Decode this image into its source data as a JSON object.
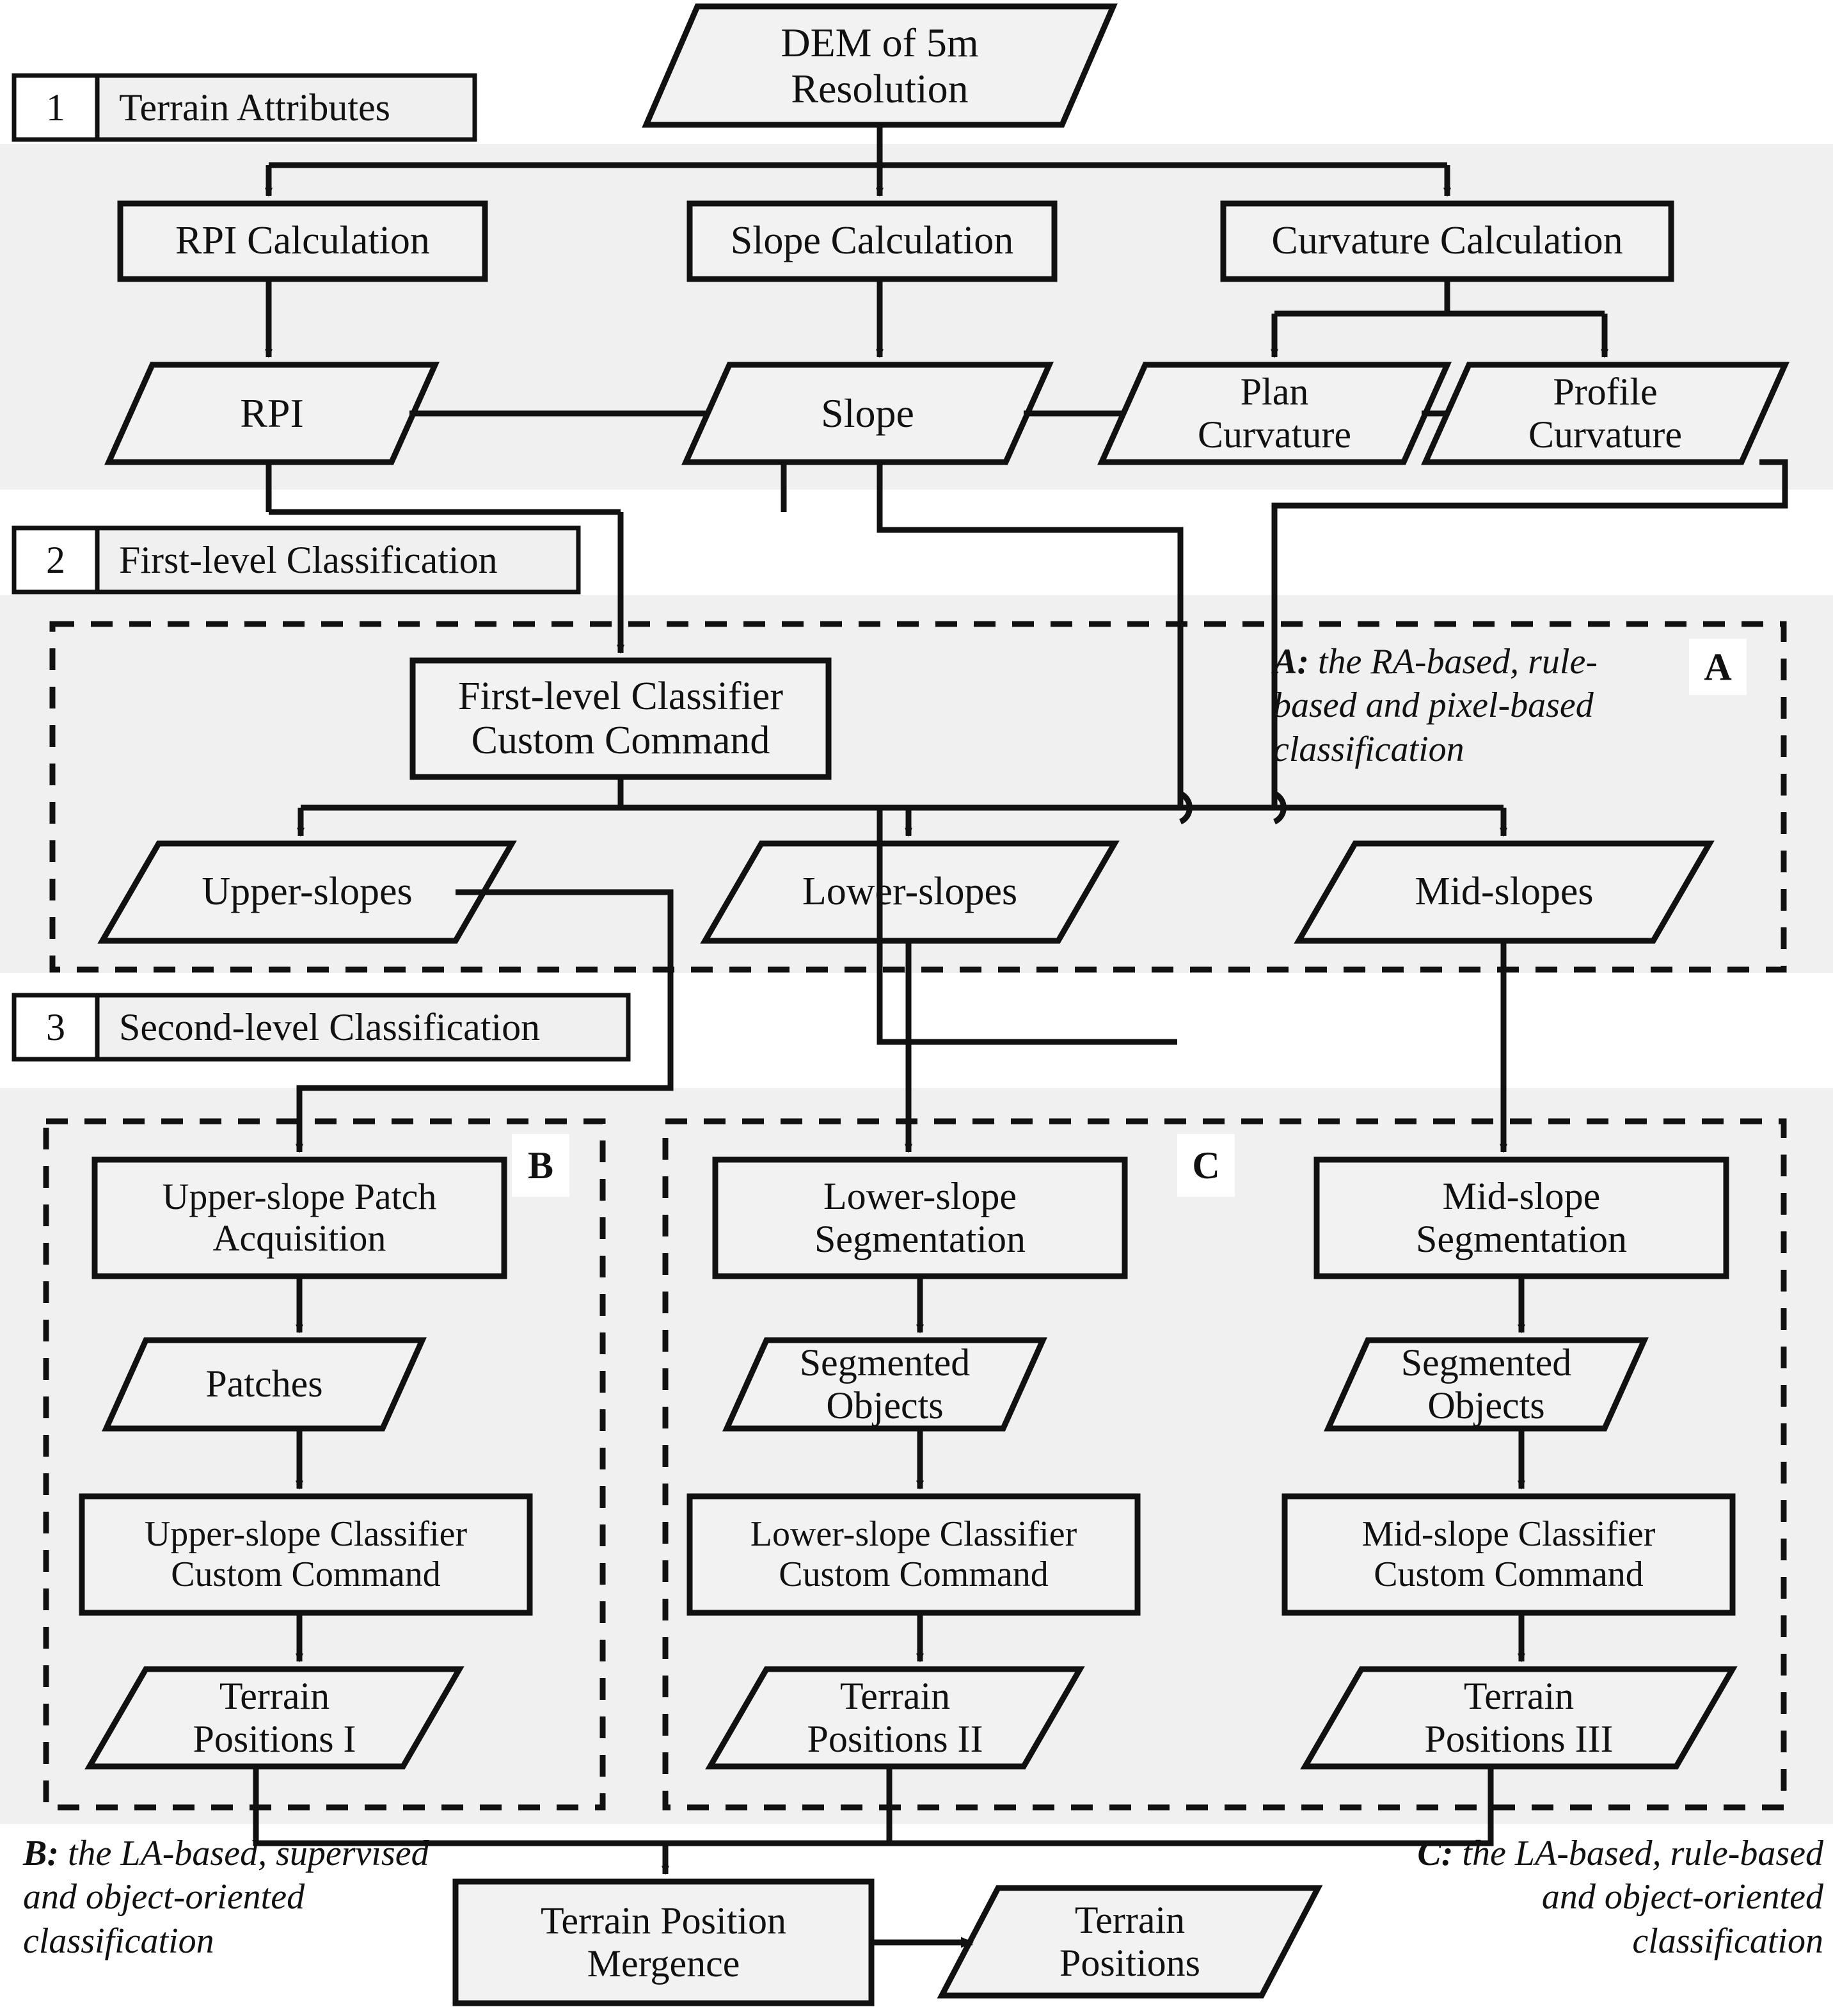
{
  "figure": {
    "type": "flowchart",
    "title": "Terrain position classification workflow",
    "colors": {
      "band_fill": "#f0f0f0",
      "shape_fill": "#f2f2f2",
      "stroke": "#111111",
      "page_bg": "#ffffff"
    }
  },
  "bands": [
    {
      "number": "1",
      "label": "Terrain Attributes"
    },
    {
      "number": "2",
      "label": "First-level Classification"
    },
    {
      "number": "3",
      "label": "Second-level Classification"
    }
  ],
  "nodes": {
    "dem": {
      "label": "DEM of 5m\nResolution",
      "shape": "data"
    },
    "rpi_calc": {
      "label": "RPI Calculation",
      "shape": "process"
    },
    "slope_calc": {
      "label": "Slope Calculation",
      "shape": "process"
    },
    "curv_calc": {
      "label": "Curvature Calculation",
      "shape": "process"
    },
    "rpi": {
      "label": "RPI",
      "shape": "data"
    },
    "slope": {
      "label": "Slope",
      "shape": "data"
    },
    "plan_curv": {
      "label": "Plan\nCurvature",
      "shape": "data"
    },
    "profile_curv": {
      "label": "Profile\nCurvature",
      "shape": "data"
    },
    "first_classifier": {
      "label": "First-level Classifier\nCustom Command",
      "shape": "process"
    },
    "upper_slopes": {
      "label": "Upper-slopes",
      "shape": "data"
    },
    "lower_slopes": {
      "label": "Lower-slopes",
      "shape": "data"
    },
    "mid_slopes": {
      "label": "Mid-slopes",
      "shape": "data"
    },
    "upper_patch": {
      "label": "Upper-slope Patch\nAcquisition",
      "shape": "process"
    },
    "patches": {
      "label": "Patches",
      "shape": "data"
    },
    "upper_classifier": {
      "label": "Upper-slope Classifier\nCustom Command",
      "shape": "process"
    },
    "terrain_pos_1": {
      "label": "Terrain\nPositions I",
      "shape": "data"
    },
    "lower_seg": {
      "label": "Lower-slope\nSegmentation",
      "shape": "process"
    },
    "seg_obj_lower": {
      "label": "Segmented\nObjects",
      "shape": "data"
    },
    "lower_classifier": {
      "label": "Lower-slope Classifier\nCustom Command",
      "shape": "process"
    },
    "terrain_pos_2": {
      "label": "Terrain\nPositions II",
      "shape": "data"
    },
    "mid_seg": {
      "label": "Mid-slope\nSegmentation",
      "shape": "process"
    },
    "seg_obj_mid": {
      "label": "Segmented\nObjects",
      "shape": "data"
    },
    "mid_classifier": {
      "label": "Mid-slope Classifier\nCustom Command",
      "shape": "process"
    },
    "terrain_pos_3": {
      "label": "Terrain\nPositions III",
      "shape": "data"
    },
    "merge": {
      "label": "Terrain Position\nMergence",
      "shape": "process"
    },
    "terrain_positions": {
      "label": "Terrain\nPositions",
      "shape": "data"
    }
  },
  "groups": {
    "A": {
      "tag": "A",
      "note": "A: the RA-based, rule-based and pixel-based classification",
      "note_lines": [
        "A: the RA-based, rule-",
        "based and pixel-based",
        "classification"
      ]
    },
    "B": {
      "tag": "B",
      "note": "B: the LA-based, supervised and object-oriented classification",
      "note_lines": [
        "B: the LA-based, supervised",
        "and object-oriented",
        "classification"
      ]
    },
    "C": {
      "tag": "C",
      "note": "C:  the LA-based, rule-based and object-oriented classification",
      "note_lines": [
        "C:  the LA-based, rule-based",
        "and object-oriented",
        "classification"
      ]
    }
  }
}
